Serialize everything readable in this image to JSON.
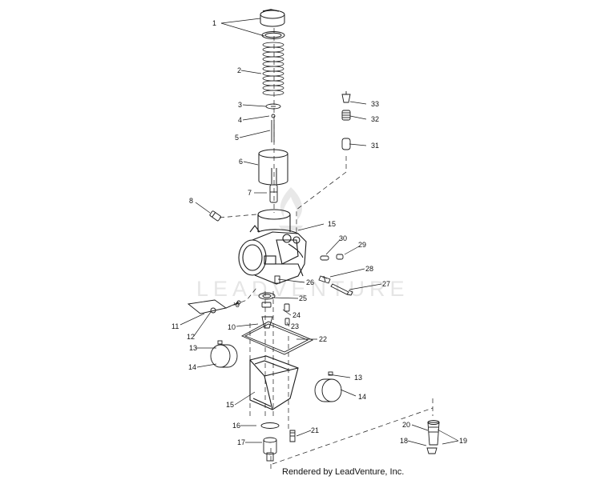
{
  "diagram": {
    "footer": "Rendered by LeadVenture, Inc.",
    "watermark_text": "LEADVENTURE",
    "line_color": "#1a1a1a",
    "part_callouts": [
      {
        "id": "c1",
        "label": "1"
      },
      {
        "id": "c2",
        "label": "2"
      },
      {
        "id": "c3",
        "label": "3"
      },
      {
        "id": "c4",
        "label": "4"
      },
      {
        "id": "c5",
        "label": "5"
      },
      {
        "id": "c6",
        "label": "6"
      },
      {
        "id": "c7",
        "label": "7"
      },
      {
        "id": "c8",
        "label": "8"
      },
      {
        "id": "c9",
        "label": "9"
      },
      {
        "id": "c10",
        "label": "10"
      },
      {
        "id": "c11",
        "label": "11"
      },
      {
        "id": "c12",
        "label": "12"
      },
      {
        "id": "c13a",
        "label": "13"
      },
      {
        "id": "c14a",
        "label": "14"
      },
      {
        "id": "c13b",
        "label": "13"
      },
      {
        "id": "c14b",
        "label": "14"
      },
      {
        "id": "c15a",
        "label": "15"
      },
      {
        "id": "c15b",
        "label": "15"
      },
      {
        "id": "c16",
        "label": "16"
      },
      {
        "id": "c17",
        "label": "17"
      },
      {
        "id": "c18",
        "label": "18"
      },
      {
        "id": "c19",
        "label": "19"
      },
      {
        "id": "c20",
        "label": "20"
      },
      {
        "id": "c21",
        "label": "21"
      },
      {
        "id": "c22",
        "label": "22"
      },
      {
        "id": "c23",
        "label": "23"
      },
      {
        "id": "c24",
        "label": "24"
      },
      {
        "id": "c25",
        "label": "25"
      },
      {
        "id": "c26",
        "label": "26"
      },
      {
        "id": "c27",
        "label": "27"
      },
      {
        "id": "c28",
        "label": "28"
      },
      {
        "id": "c29",
        "label": "29"
      },
      {
        "id": "c30",
        "label": "30"
      },
      {
        "id": "c31",
        "label": "31"
      },
      {
        "id": "c32",
        "label": "32"
      },
      {
        "id": "c33",
        "label": "33"
      }
    ]
  }
}
